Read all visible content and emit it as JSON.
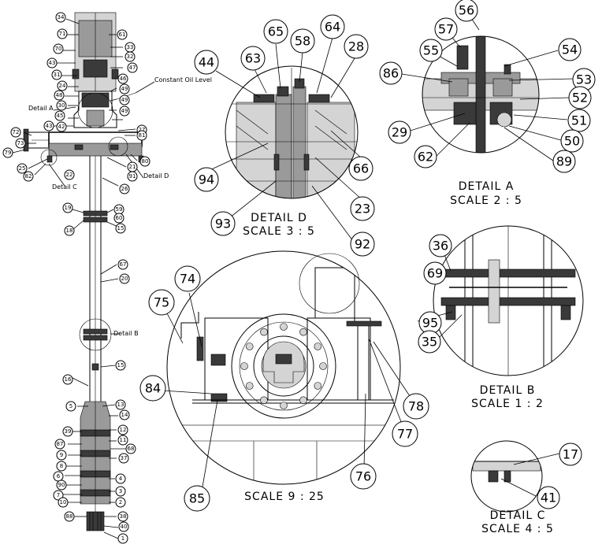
{
  "detail_d": {
    "title": "DETAIL D",
    "scale": "SCALE 3 : 5",
    "callouts": [
      "44",
      "63",
      "65",
      "58",
      "64",
      "28",
      "94",
      "93",
      "23",
      "66",
      "92"
    ]
  },
  "detail_a": {
    "title": "DETAIL A",
    "scale": "SCALE 2 : 5",
    "callouts": [
      "56",
      "57",
      "55",
      "54",
      "86",
      "53",
      "52",
      "51",
      "29",
      "50",
      "62",
      "89"
    ]
  },
  "detail_b": {
    "title": "DETAIL B",
    "scale": "SCALE 1 : 2",
    "callouts": [
      "36",
      "69",
      "95",
      "35"
    ]
  },
  "detail_c": {
    "title": "DETAIL C",
    "scale": "SCALE 4 : 5",
    "callouts": [
      "17",
      "41"
    ]
  },
  "detail_e": {
    "scale": "SCALE 9 : 25",
    "callouts": [
      "74",
      "75",
      "84",
      "78",
      "77",
      "85",
      "76"
    ]
  },
  "main_view": {
    "labels": {
      "constant_oil_level": "Constant Oil Level",
      "detail_a": "Detail A",
      "detail_b": "Detail B",
      "detail_c": "Detail C",
      "detail_d": "Detail D"
    },
    "callouts": [
      "34",
      "71",
      "70",
      "61",
      "43",
      "33",
      "31",
      "32",
      "24",
      "47",
      "48",
      "46",
      "49",
      "30",
      "45",
      "49",
      "42",
      "43",
      "49",
      "27",
      "72",
      "73",
      "79",
      "81",
      "25",
      "82",
      "80",
      "21",
      "22",
      "91",
      "26",
      "19",
      "59",
      "60",
      "18",
      "15",
      "67",
      "20",
      "15",
      "16",
      "5",
      "13",
      "14",
      "39",
      "12",
      "87",
      "11",
      "68",
      "9",
      "37",
      "8",
      "6",
      "4",
      "90",
      "3",
      "7",
      "2",
      "10",
      "88",
      "38",
      "40",
      "1"
    ]
  }
}
